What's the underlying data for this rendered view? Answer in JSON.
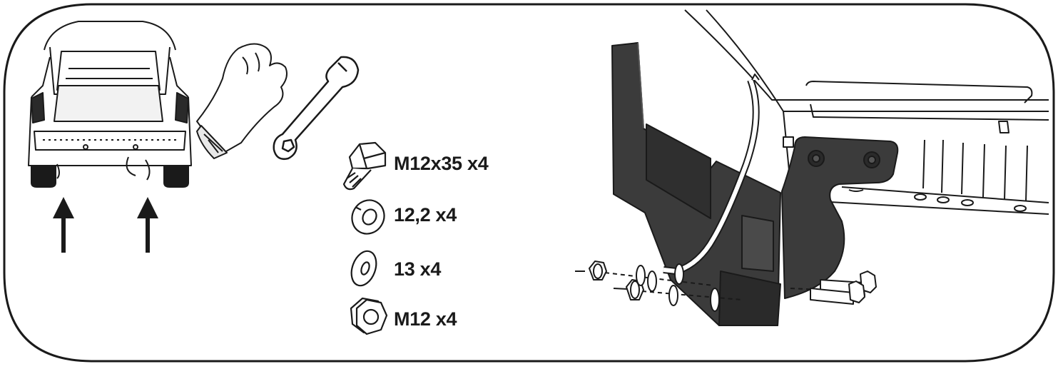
{
  "parts": [
    {
      "label": "M12x35 x4",
      "icon": "bolt-icon"
    },
    {
      "label": "12,2 x4",
      "icon": "spring-washer-icon"
    },
    {
      "label": "13 x4",
      "icon": "flat-washer-icon"
    },
    {
      "label": "M12 x4",
      "icon": "hex-nut-icon"
    }
  ],
  "tools": [
    "gloves-icon",
    "wrench-icon"
  ],
  "colors": {
    "line": "#1a1a1a",
    "bracket": "#3b3b3b",
    "frame": "#1a1a1a"
  }
}
